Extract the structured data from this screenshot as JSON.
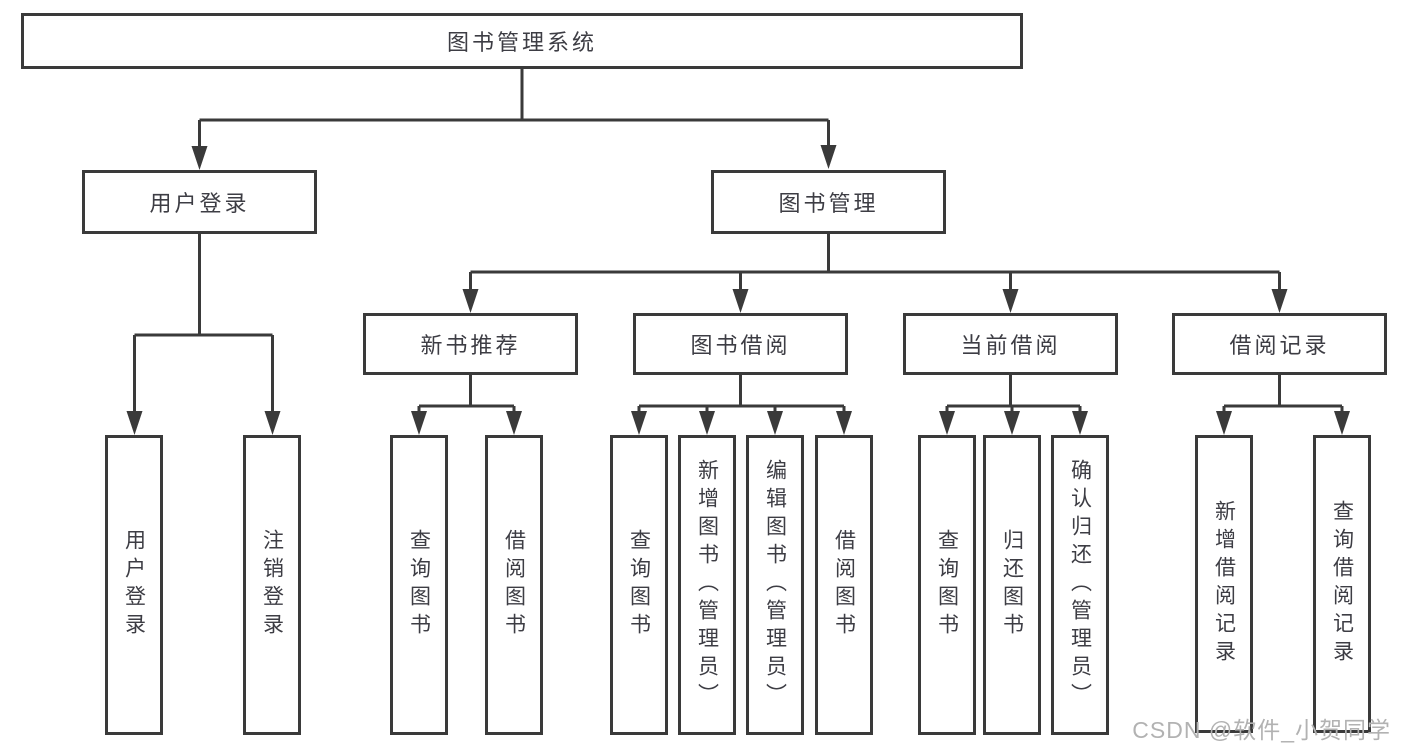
{
  "diagram_title": "图书管理系统",
  "tree": {
    "label": "图书管理系统",
    "children": [
      {
        "label": "用户登录",
        "children": [
          {
            "label": "用户登录"
          },
          {
            "label": "注销登录"
          }
        ]
      },
      {
        "label": "图书管理",
        "children": [
          {
            "label": "新书推荐",
            "children": [
              {
                "label": "查询图书"
              },
              {
                "label": "借阅图书"
              }
            ]
          },
          {
            "label": "图书借阅",
            "children": [
              {
                "label": "查询图书"
              },
              {
                "label": "新增图书（管理员）"
              },
              {
                "label": "编辑图书（管理员）"
              },
              {
                "label": "借阅图书"
              }
            ]
          },
          {
            "label": "当前借阅",
            "children": [
              {
                "label": "查询图书"
              },
              {
                "label": "归还图书"
              },
              {
                "label": "确认归还（管理员）"
              }
            ]
          },
          {
            "label": "借阅记录",
            "children": [
              {
                "label": "新增借阅记录"
              },
              {
                "label": "查询借阅记录"
              }
            ]
          }
        ]
      }
    ]
  },
  "watermark": {
    "text": "CSDN @软件_小贺同学"
  },
  "colors": {
    "line": "#3a3a3a",
    "box_border": "#3a3a3a",
    "text": "#3d3d44",
    "watermark": "#b2b2b2",
    "background": "#ffffff"
  }
}
